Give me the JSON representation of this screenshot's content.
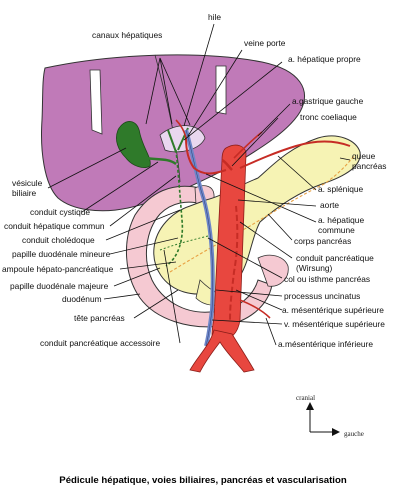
{
  "labels": {
    "hile": "hile",
    "canaux_hepatiques": "canaux hépatiques",
    "veine_porte": "veine porte",
    "a_hepatique_propre": "a. hépatique propre",
    "a_gastrique_gauche": "a.gastrique gauche",
    "tronc_coeliaque": "tronc coeliaque",
    "queue_pancreas": "queue\npancréas",
    "vesicule_biliaire": "vésicule\nbiliaire",
    "a_splenique": "a. splénique",
    "aorte": "aorte",
    "conduit_cystique": "conduit cystique",
    "a_hepatique_commune": "a. hépatique\ncommune",
    "conduit_hepatique_commun": "conduit hépatique commun",
    "corps_pancreas": "corps pancréas",
    "conduit_choledoque": "conduit cholédoque",
    "conduit_pancreatique_wirsung": "conduit pancréatique\n(Wirsung)",
    "papille_duodenale_mineure": "papille duodénale mineure",
    "ampoule_hepato_pancreatique": "ampoule hépato-pancréatique",
    "col_isthme_pancreas": "col ou isthme pancréas",
    "papille_duodenale_majeure": "papille duodénale majeure",
    "processus_uncinatus": "processus uncinatus",
    "duodenum": "duodénum",
    "a_mesenterique_superieure": "a. mésentérique supérieure",
    "tete_pancreas": "tête pancréas",
    "v_mesenterique_superieure": "v. mésentérique supérieure",
    "conduit_pancreatique_accessoire": "conduit pancréatique accessoire",
    "a_mesenterique_inferieure": "a.mésentérique inférieure"
  },
  "compass": {
    "up": "cranial",
    "right": "gauche"
  },
  "caption": "Pédicule hépatique, voies biliaires, pancréas et vascularisation",
  "colors": {
    "liver": "#c07ab8",
    "gallbladder": "#2f7a2a",
    "pancreas": "#f6f3b4",
    "duodenum": "#f5c9d2",
    "artery": "#e8473f",
    "vein": "#6e86c8",
    "bile_duct": "#2f7a2a"
  }
}
